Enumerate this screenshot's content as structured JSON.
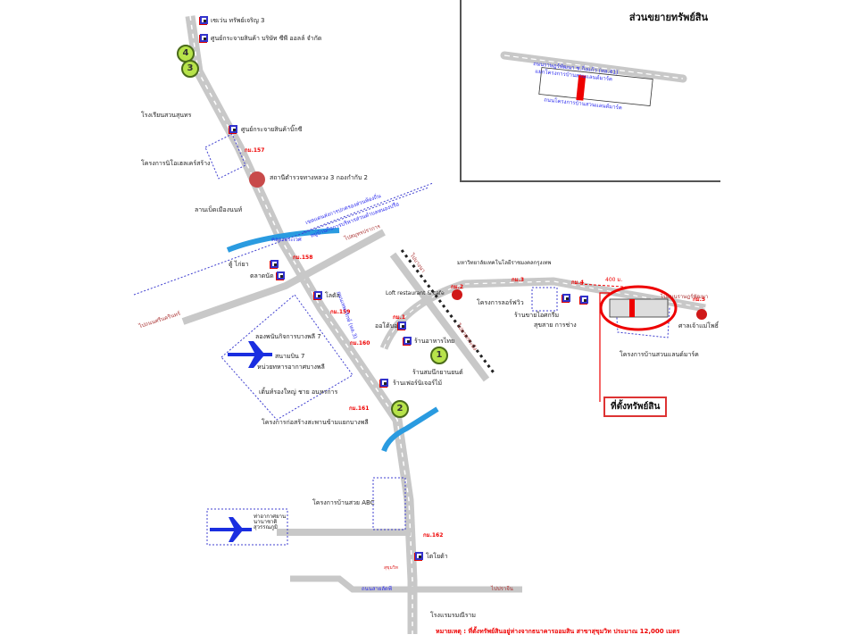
{
  "inset": {
    "title": "ส่วนขยายทรัพย์สิน",
    "road_top": "ถนนราษฎร์พัฒนา ซ.กิ่งแก้ว (ทล.41)",
    "road_sub": "แยกโครงการบ้านสวนแลนด์มาร์ค",
    "road_bottom": "ถนนโครงการบ้านสวนแลนด์มาร์ค"
  },
  "markers": {
    "circle_1": "1",
    "circle_2": "2",
    "circle_3": "3",
    "circle_4": "4"
  },
  "labels": {
    "poi_top1": "เซเว่น ทรัพย์เจริญ 3",
    "poi_top2": "ศูนย์กระจายสินค้า บริษัท ซีพี ออลล์ จำกัด",
    "school": "โรงเรียนสวนสุนทร",
    "distribution_center": "ศูนย์กระจายสินค้าบิ๊กซี",
    "project_hometown": "โครงการนิโอเฮลเคร์สร้าง",
    "police": "สถานีตำรวจทางหลวง 3 กองกำกับ 2",
    "market_sign": "ลานเบ็ดเมืองนนท์",
    "canal_name": "คลองประเวศ",
    "diagonal_road_1": "เขตแดนส่งการปกครองส่วนท้องถิ่น",
    "diagonal_road_2": "หมู่บ้านกิจการบริหารส่วนตำบลหนองปรือ",
    "mini_mart": "ตู้ ไก่ยา",
    "market": "ตลาดนัด",
    "lotus": "โลตัส",
    "temple": "ลองพนันกิจการบางพลี 7",
    "airport_ref": "สนามบิน 7",
    "airbase": "หน่วยทหารอากาศบางพลี",
    "big_house": "เติ้นท์รองใหญ่ ชาย อนหรการ",
    "construction_project": "โครงการก่อสร้างสะพานข้ามแยกบางพลี",
    "cafe": "Loft restaurant & cafe",
    "university": "มหาวิทยาลัยเทคโนโลยีราชมงคลกรุงเทพ",
    "land_project": "โครงการลอร์ฟวิว",
    "shop_a": "ร้านขายไอศกรีม",
    "shop_b": "สุขสาย การช่าง",
    "restaurant_thai": "ร้านอาหารไทย",
    "shop_car": "ร้านสมนึกยานยนต์",
    "shop_wood": "ร้านเฟอร์นิเจอร์ไม้",
    "hotel_left": "ออโต้บอย",
    "km_sign": "400 ม.",
    "east_road": "ไปถนนราษฎร์พัฒนา",
    "shrine": "ศาลเจ้าแม่โพธิ์",
    "landmark_project": "โครงการบ้านสวนแลนด์มาร์ค",
    "abc_project": "โครงการบ้านสวย ABC",
    "suvarnabhumi": "ท่าอากาศยาน นานาชาติสุวรรณภูมิ",
    "hospital": "สุขุมวิท",
    "toyota": "โตโยต้า",
    "bottom_road_left": "ถนนสายลัดพี",
    "bottom_road_right": "ไปปราจีน",
    "hotel_bottom": "โรงแรมรมณีราม",
    "west_road": "ไปถนนศรีนครินทร์",
    "north_road_label": "ถนนกิ่งแก้ว (ทล.3)",
    "highway_label": "ถนนเทพารักษ์ (ทล.3)",
    "diag_rail_label_1": "ไปบางนา",
    "diag_rail_label_2": "ไปลาดกระบัง",
    "ne_road": "ไปสมุทรปราการ"
  },
  "km_markers": {
    "km157": "กม.157",
    "km158": "กม.158",
    "km159": "กม.159",
    "km160": "กม.160",
    "km161": "กม.161",
    "km162": "กม.162",
    "km2": "กม.2",
    "km3": "กม.3",
    "km1": "กม.1",
    "km4": "กม.4",
    "km5": "กม.5"
  },
  "callout": {
    "label": "ที่ตั้งทรัพย์สิน"
  },
  "note": "หมายเหตุ : ที่ตั้งทรัพย์สินอยู่ห่างจากธนาคารออมสิน สาขาสุขุมวิท ประมาณ 12,000 เมตร",
  "colors": {
    "road": "#c8c8c8",
    "road_dash": "#ffffff",
    "canal": "#2a9be0",
    "accent_red": "#e02020",
    "boundary": "#4040d0",
    "marker_green": "#b7e34a"
  }
}
